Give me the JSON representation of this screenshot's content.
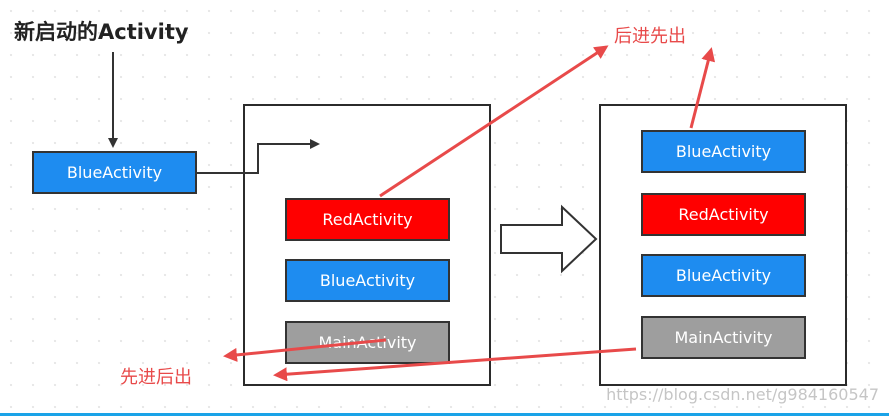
{
  "title": "新启动的Activity",
  "colors": {
    "blue": "#1e8cf0",
    "red": "#ff0000",
    "gray": "#9e9e9e",
    "arrow_red": "#e84a4a",
    "arrow_dark": "#333333"
  },
  "incoming": {
    "label": "BlueActivity",
    "color": "blue"
  },
  "stack_before": [
    {
      "label": "RedActivity",
      "color": "red"
    },
    {
      "label": "BlueActivity",
      "color": "blue"
    },
    {
      "label": "MainActivity",
      "color": "gray"
    }
  ],
  "stack_after": [
    {
      "label": "BlueActivity",
      "color": "blue"
    },
    {
      "label": "RedActivity",
      "color": "red"
    },
    {
      "label": "BlueActivity",
      "color": "blue"
    },
    {
      "label": "MainActivity",
      "color": "gray"
    }
  ],
  "notes": {
    "lifo_top": "后进先出",
    "fifo_bottom": "先进后出"
  },
  "watermark": "https://blog.csdn.net/g984160547"
}
